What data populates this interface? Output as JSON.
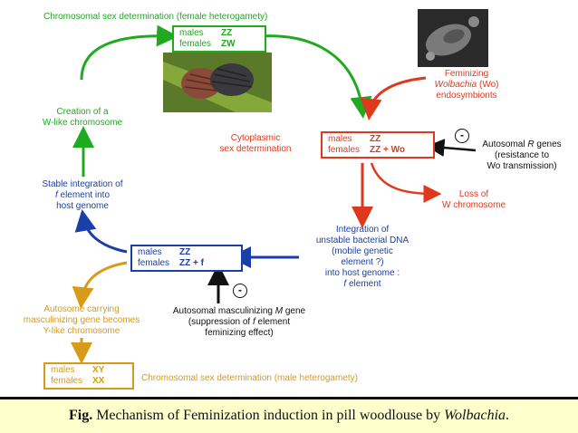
{
  "texts": {
    "female_heterogamety": "Chromosomal sex determination (female heterogamety)",
    "feminizing_line1": "Feminizing",
    "feminizing_wolbachia": "Wolbachia",
    "feminizing_wo": " (Wo)",
    "feminizing_line3": "endosymbionts",
    "cytoplasmic_line1": "Cytoplasmic",
    "cytoplasmic_line2": "sex determination",
    "autosomal_r_prefix": "Autosomal ",
    "autosomal_r_italic": "R",
    "autosomal_r_suffix": " genes",
    "autosomal_r_line2": "(resistance to",
    "autosomal_r_line3": "Wo transmission)",
    "loss_line1": "Loss of",
    "loss_line2": "W chromosome",
    "integration_line1": "Integration of",
    "integration_line2": "unstable bacterial DNA",
    "integration_line3": "(mobile genetic",
    "integration_line4": "element ?)",
    "integration_line5": "into host genome :",
    "integration_f_italic": "f",
    "integration_f_suffix": " element",
    "creation_line1": "Creation of a",
    "creation_line2": "W-like chromosome",
    "stable_line1": "Stable integration of",
    "stable_f_italic": "f",
    "stable_line2_suffix": " element into",
    "stable_line3": "host genome",
    "autosomal_m_prefix": "Autosomal masculinizing ",
    "autosomal_m_italic": "M",
    "autosomal_m_suffix": " gene",
    "autosomal_m_line2_prefix": "(suppression of ",
    "autosomal_m_line2_italic": "f",
    "autosomal_m_line2_suffix": " element",
    "autosomal_m_line3": "feminizing effect)",
    "autosome_line1": "Autosome carrying",
    "autosome_line2": "masculinizing gene becomes",
    "autosome_line3": "Y-like chromosome",
    "male_heterogamety": "Chromosomal sex determination (male heterogamety)",
    "minus_sign": "-"
  },
  "boxes": {
    "zw": {
      "males_label": "males",
      "males_val": "ZZ",
      "females_label": "females",
      "females_val": "ZW"
    },
    "wo": {
      "males_label": "males",
      "males_val": "ZZ",
      "females_label": "females",
      "females_val": "ZZ + Wo"
    },
    "f": {
      "males_label": "males",
      "males_val": "ZZ",
      "females_label": "females",
      "females_val": "ZZ + f"
    },
    "xy": {
      "males_label": "males",
      "males_val": "XY",
      "females_label": "females",
      "females_val": "XX"
    }
  },
  "caption": {
    "fig": "Fig.",
    "text": " Mechanism of Feminization induction in pill woodlouse by ",
    "italic": "Wolbachia",
    "end": "."
  },
  "colors": {
    "green": "#1faa1f",
    "red": "#e0381c",
    "blue": "#1a3fa8",
    "orange": "#d99a1a",
    "caption_bg": "#ffffcc"
  }
}
